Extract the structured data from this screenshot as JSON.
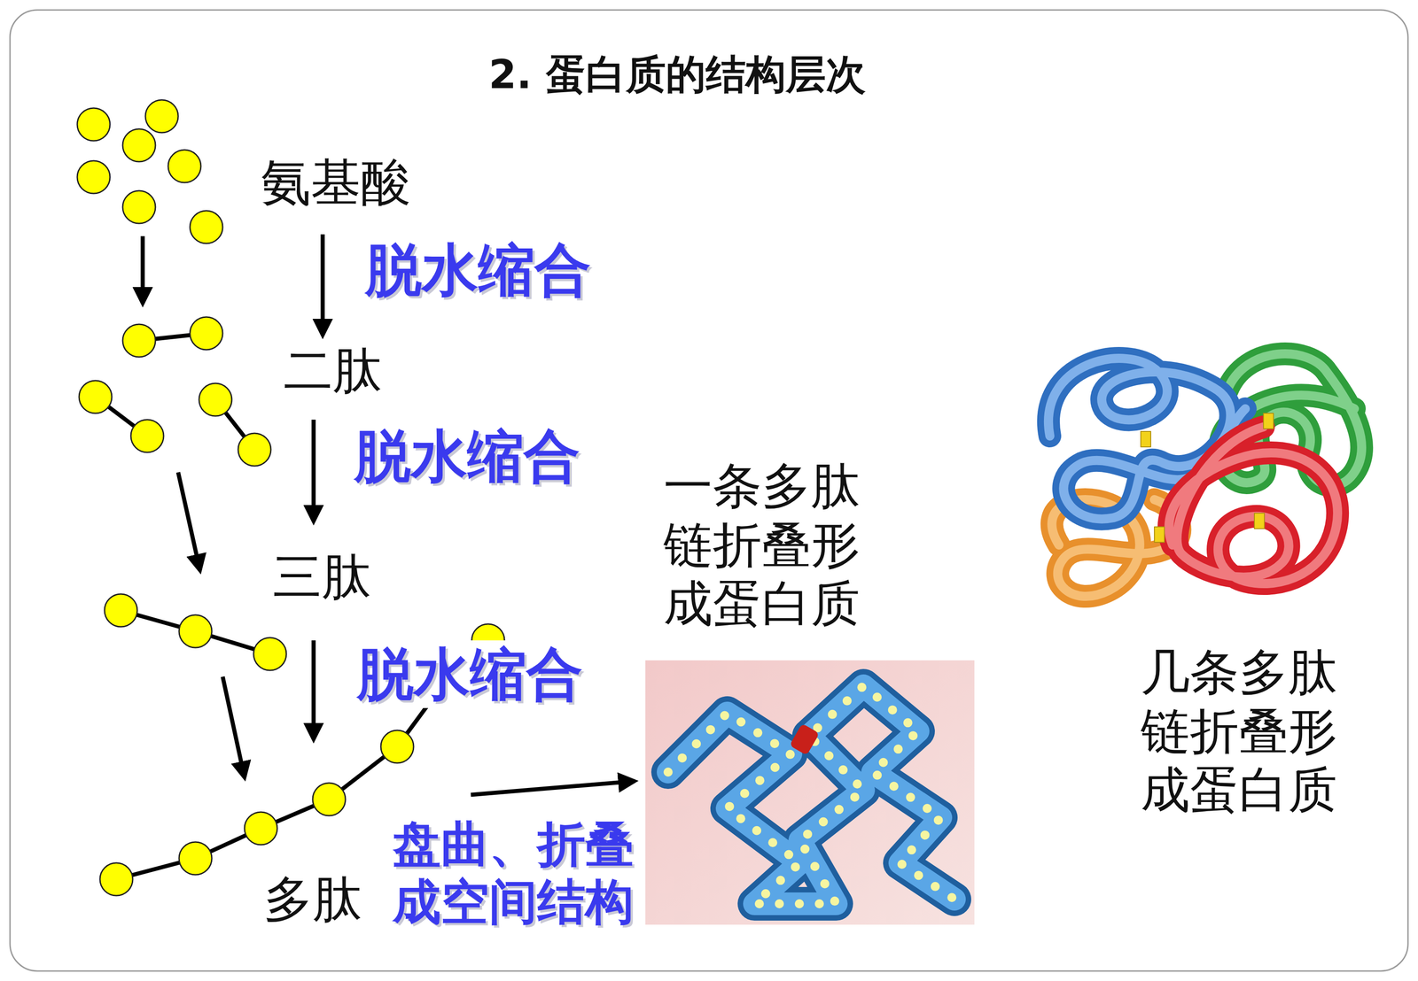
{
  "diagram": {
    "title": "2. 蛋白质的结构层次",
    "labels": [
      "氨基酸",
      "脱水缩合",
      "二肽",
      "脱水缩合",
      "三肽",
      "脱水缩合",
      "多肽",
      "盘曲、折叠 成空间结构",
      "一条多肽 链折叠形 成蛋白质",
      "几条多肽 链折叠形 成蛋白质"
    ]
  }
}
